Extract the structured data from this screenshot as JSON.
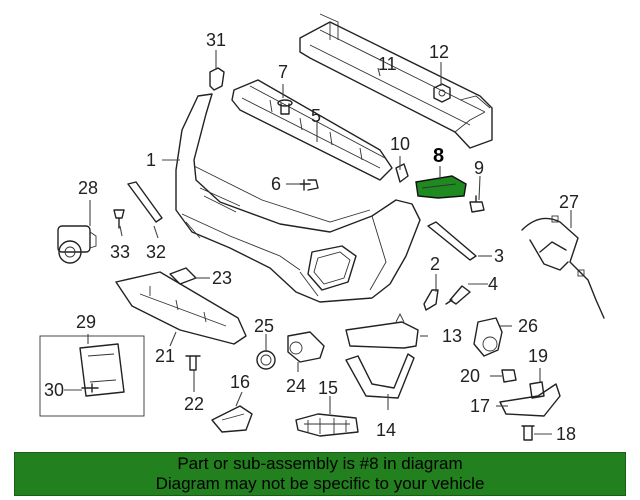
{
  "colors": {
    "highlight_part": "#1f8a1f",
    "caption_background": "#22801e",
    "line": "#222222"
  },
  "callouts": {
    "n1": "1",
    "n2": "2",
    "n3": "3",
    "n4": "4",
    "n5": "5",
    "n6": "6",
    "n7": "7",
    "n8": "8",
    "n9": "9",
    "n10": "10",
    "n11": "11",
    "n12": "12",
    "n13": "13",
    "n14": "14",
    "n15": "15",
    "n16": "16",
    "n17": "17",
    "n18": "18",
    "n19": "19",
    "n20": "20",
    "n21": "21",
    "n22": "22",
    "n23": "23",
    "n24": "24",
    "n25": "25",
    "n26": "26",
    "n27": "27",
    "n28": "28",
    "n29": "29",
    "n30": "30",
    "n31": "31",
    "n32": "32",
    "n33": "33"
  },
  "highlighted_part": "8",
  "caption": {
    "line1": "Part or sub-assembly is #8 in diagram",
    "line2": "Diagram may not be specific to your vehicle"
  }
}
